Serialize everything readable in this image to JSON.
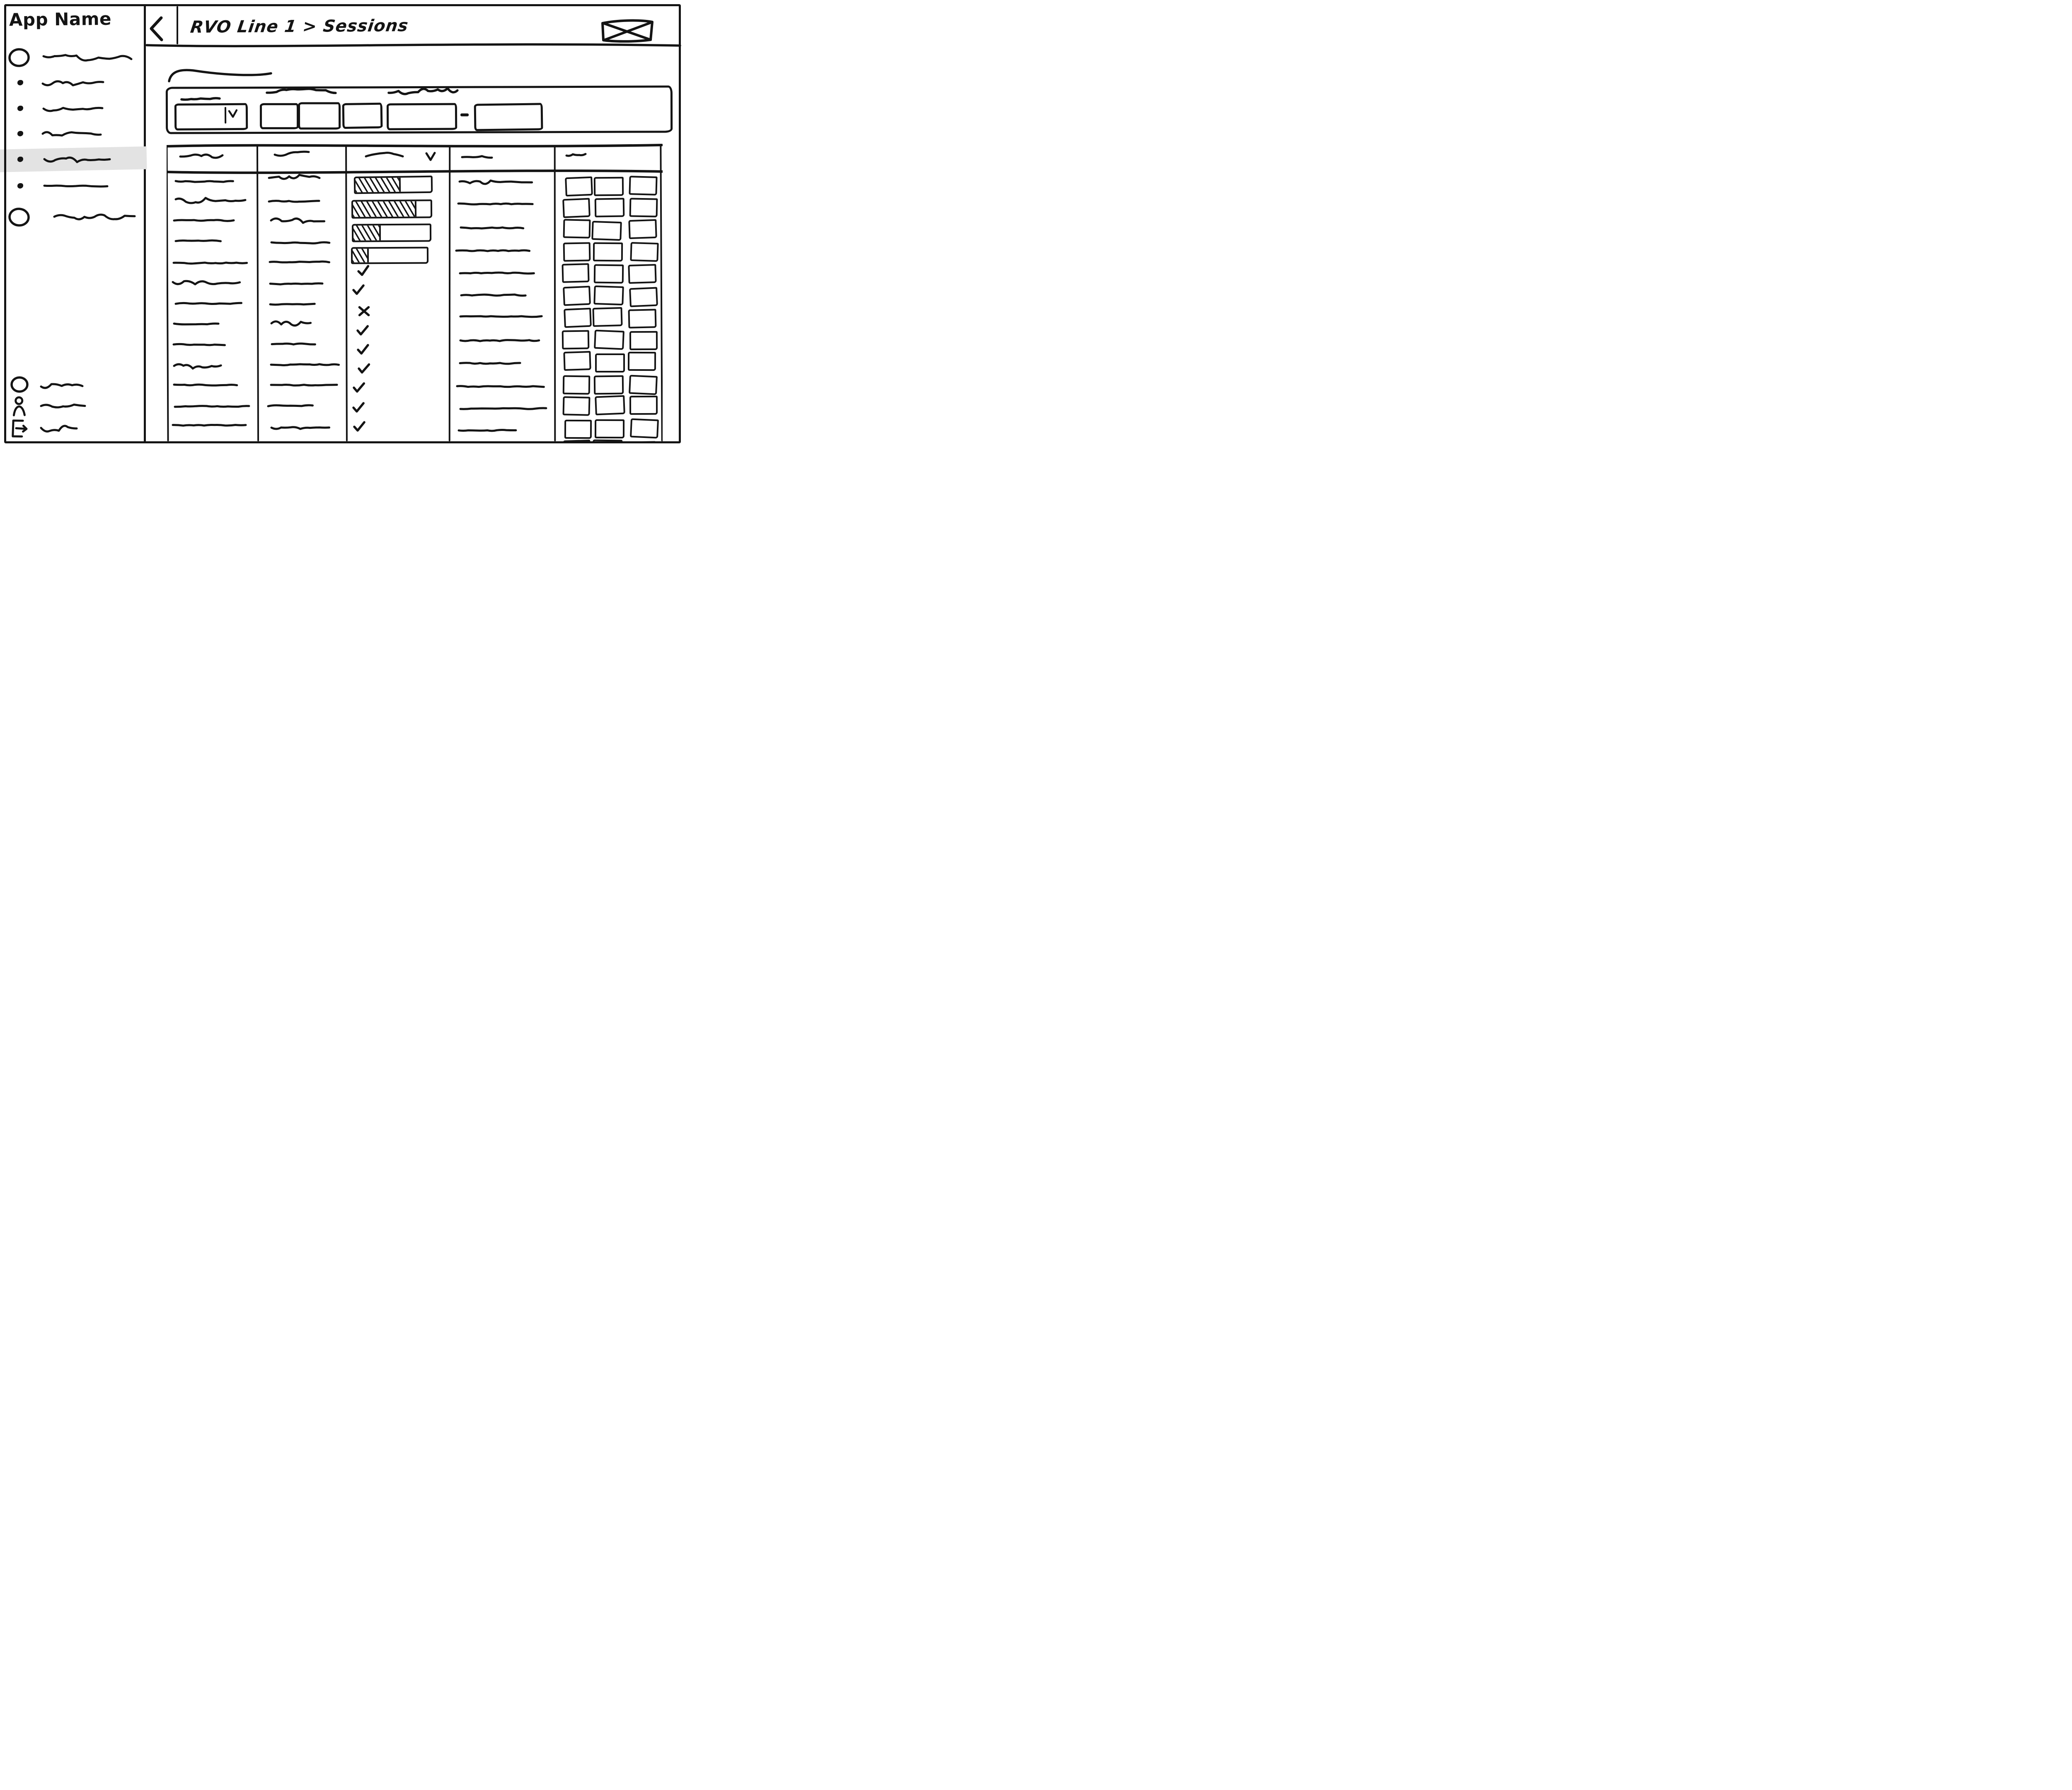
{
  "app": {
    "name": "App Name"
  },
  "header": {
    "breadcrumb": "RVO Line 1 > Sessions",
    "back_icon": "chevron-left-icon",
    "close_icon": "box-x-close-icon"
  },
  "sidebar": {
    "active_index": 4,
    "items": [
      {
        "bullet": "circle",
        "active": false
      },
      {
        "bullet": "dot",
        "active": false
      },
      {
        "bullet": "dot",
        "active": false
      },
      {
        "bullet": "dot",
        "active": false
      },
      {
        "bullet": "dot",
        "active": true
      },
      {
        "bullet": "dot",
        "active": false
      },
      {
        "bullet": "circle",
        "active": false
      }
    ],
    "footer_items": [
      {
        "icon": "circle-icon"
      },
      {
        "icon": "user-icon"
      },
      {
        "icon": "logout-icon"
      }
    ]
  },
  "filter_bar": {
    "select": {
      "icon": "chevron-down-icon"
    },
    "button_count": 3,
    "range": {
      "separator": "-"
    }
  },
  "table": {
    "columns": [
      {
        "id": "col-1",
        "sortable": false
      },
      {
        "id": "col-2",
        "sortable": false
      },
      {
        "id": "col-3",
        "sortable": true,
        "icon": "chevron-down-icon"
      },
      {
        "id": "col-4",
        "sortable": false
      },
      {
        "id": "col-5",
        "sortable": false
      }
    ],
    "progress_bars_pct": [
      60,
      82,
      36,
      22
    ],
    "status_marks": [
      "check",
      "check",
      "x",
      "check",
      "check",
      "check",
      "check",
      "check",
      "check"
    ],
    "placeholder_line_rows": {
      "col1": 13,
      "col2": 13,
      "col4": 12
    },
    "tag_grid": {
      "rows": 13,
      "cols": 3
    }
  },
  "colors": {
    "ink": "#141414",
    "paper": "#ffffff",
    "highlight": "#e3e3e3"
  }
}
